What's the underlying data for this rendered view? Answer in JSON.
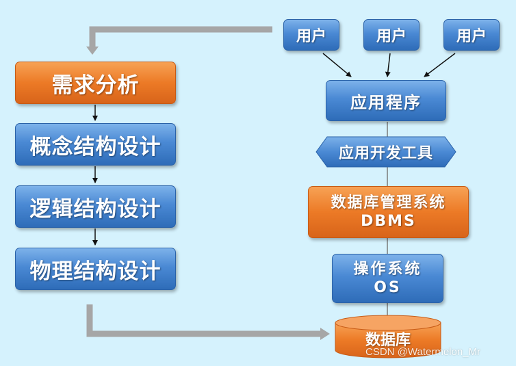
{
  "left_steps": [
    {
      "label": "需求分析"
    },
    {
      "label": "概念结构设计"
    },
    {
      "label": "逻辑结构设计"
    },
    {
      "label": "物理结构设计"
    }
  ],
  "users": [
    {
      "label": "用户"
    },
    {
      "label": "用户"
    },
    {
      "label": "用户"
    }
  ],
  "stack": {
    "app": "应用程序",
    "tool": "应用开发工具",
    "dbms_line1": "数据库管理系统",
    "dbms_line2": "DBMS",
    "os_line1": "操作系统",
    "os_line2": "OS",
    "database": "数据库"
  },
  "watermark": "CSDN @Watermelon_Mr",
  "colors": {
    "background": "#d5f2fd",
    "blue_box": "#4a89d4",
    "orange_box": "#ec7a26",
    "connector_gray": "#a6a6a6"
  }
}
